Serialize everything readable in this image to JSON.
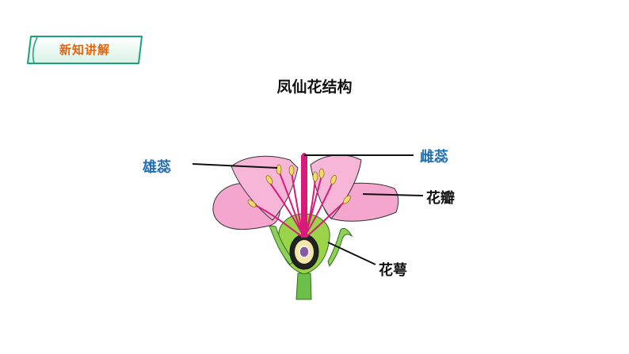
{
  "section_tag": "新知讲解",
  "title": "凤仙花结构",
  "labels": {
    "stamen": "雄蕊",
    "pistil": "雌蕊",
    "petal": "花瓣",
    "sepal": "花萼"
  },
  "colors": {
    "tag_text": "#e8630a",
    "tag_border": "#18a37a",
    "label_blue": "#1f6fb5",
    "petal_pink": "#f4a6cf",
    "filament": "#d81b7a",
    "anther": "#f2d96a",
    "receptacle": "#9bd44a"
  }
}
